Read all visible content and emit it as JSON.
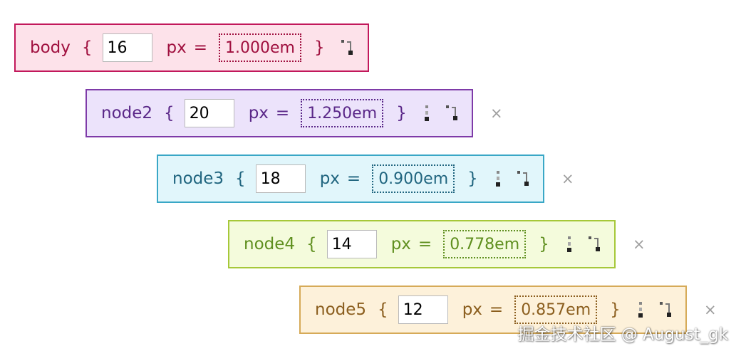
{
  "nodes": [
    {
      "selector": "body",
      "open_brace": "{",
      "px_value": "16",
      "px_label": "px",
      "equals": "=",
      "em_value": "1.000em",
      "close_brace": "}",
      "has_handle": false,
      "has_close": false,
      "colors": {
        "bg": "#fde2ea",
        "border": "#c2185b",
        "text": "#a0103f"
      }
    },
    {
      "selector": "node2",
      "open_brace": "{",
      "px_value": "20",
      "px_label": "px",
      "equals": "=",
      "em_value": "1.250em",
      "close_brace": "}",
      "has_handle": true,
      "has_close": true,
      "colors": {
        "bg": "#ece3fb",
        "border": "#7e3aa8",
        "text": "#5a2788"
      }
    },
    {
      "selector": "node3",
      "open_brace": "{",
      "px_value": "18",
      "px_label": "px",
      "equals": "=",
      "em_value": "0.900em",
      "close_brace": "}",
      "has_handle": true,
      "has_close": true,
      "colors": {
        "bg": "#e1f6fb",
        "border": "#39a7c6",
        "text": "#20657f"
      }
    },
    {
      "selector": "node4",
      "open_brace": "{",
      "px_value": "14",
      "px_label": "px",
      "equals": "=",
      "em_value": "0.778em",
      "close_brace": "}",
      "has_handle": true,
      "has_close": true,
      "colors": {
        "bg": "#f4fbdc",
        "border": "#a6c839",
        "text": "#5f8f1f"
      }
    },
    {
      "selector": "node5",
      "open_brace": "{",
      "px_value": "12",
      "px_label": "px",
      "equals": "=",
      "em_value": "0.857em",
      "close_brace": "}",
      "has_handle": true,
      "has_close": true,
      "colors": {
        "bg": "#fdf1da",
        "border": "#d6aa58",
        "text": "#8b5e1e"
      }
    }
  ],
  "icons": {
    "close": "×",
    "handle": "drag-handle-icon",
    "resize": "resize-icon"
  },
  "watermark": "掘金技术社区 @ August_gk"
}
